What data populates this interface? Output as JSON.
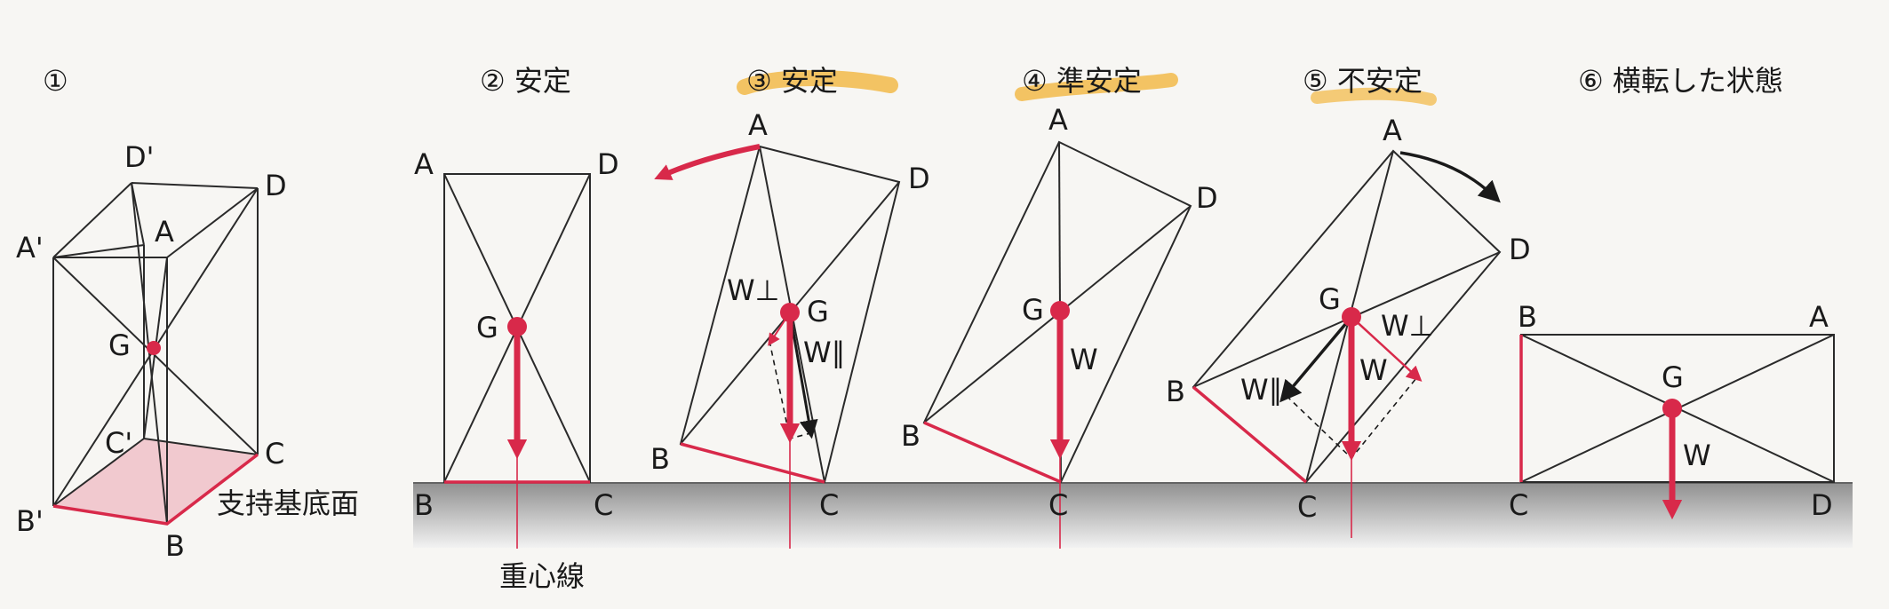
{
  "colors": {
    "accent_red": "#d8294a",
    "line": "#2a2a2a",
    "ground_dark": "#8f8f8f",
    "ground_light": "#f2f2f2",
    "base_fill": "#f1c9cf",
    "highlight": "#f2b233"
  },
  "panels": {
    "p1": {
      "title": "①",
      "labels": {
        "A": "A",
        "B": "B",
        "C": "C",
        "D": "D",
        "A2": "A'",
        "B2": "B'",
        "C2": "C'",
        "D2": "D'",
        "G": "G"
      },
      "base_label": "支持基底面"
    },
    "p2": {
      "title": "② 安定",
      "labels": {
        "A": "A",
        "B": "B",
        "C": "C",
        "D": "D",
        "G": "G"
      },
      "gravity_line_label": "重心線"
    },
    "p3": {
      "title": "③ 安定",
      "labels": {
        "A": "A",
        "B": "B",
        "C": "C",
        "D": "D",
        "G": "G",
        "W_perp": "W⊥",
        "W_par": "W∥"
      }
    },
    "p4": {
      "title": "④ 準安定",
      "labels": {
        "A": "A",
        "B": "B",
        "C": "C",
        "D": "D",
        "G": "G",
        "W": "W"
      }
    },
    "p5": {
      "title": "⑤ 不安定",
      "labels": {
        "A": "A",
        "B": "B",
        "C": "C",
        "D": "D",
        "G": "G",
        "W": "W",
        "W_perp": "W⊥",
        "W_par": "W∥"
      }
    },
    "p6": {
      "title": "⑥ 横転した状態",
      "labels": {
        "A": "A",
        "B": "B",
        "C": "C",
        "D": "D",
        "G": "G",
        "W": "W"
      }
    }
  }
}
